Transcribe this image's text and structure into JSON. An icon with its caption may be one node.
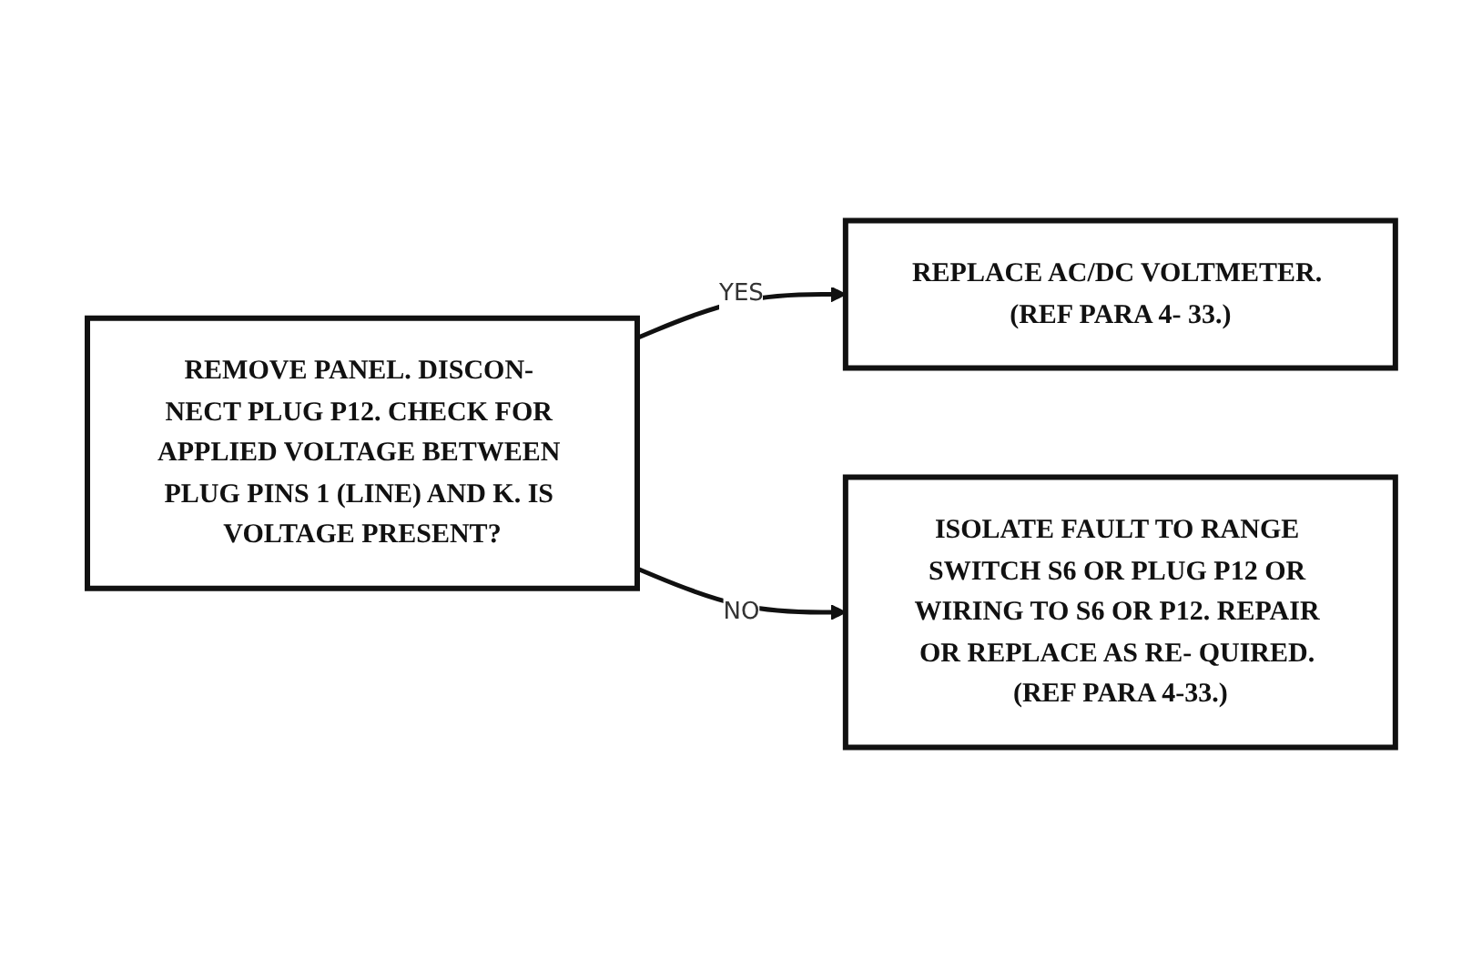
{
  "diagram": {
    "nodes": [
      {
        "text": [
          "REMOVE PANEL. DISCON- NECT PLUG P12. CHECK FOR APPLIED VOLTAGE BETWEEN PLUG PINS 1 (LINE) AND K. IS VOLTAGE PRESENT?"
        ]
      },
      {
        "text": [
          "REPLACE AC/DC VOLTMETER. (REF PARA 4- 33.)"
        ]
      },
      {
        "text": [
          "ISOLATE FAULT TO RANGE SWITCH S6 OR PLUG P12 OR WIRING TO S6 OR P12. REPAIR OR REPLACE AS RE- QUIRED. (REF PARA 4-33.)"
        ]
      }
    ],
    "edges": [
      {
        "from": 0,
        "to": 1,
        "arrow": "to",
        "label": "YES"
      },
      {
        "from": 0,
        "to": 2,
        "arrow": "to",
        "label": "NO"
      }
    ]
  }
}
